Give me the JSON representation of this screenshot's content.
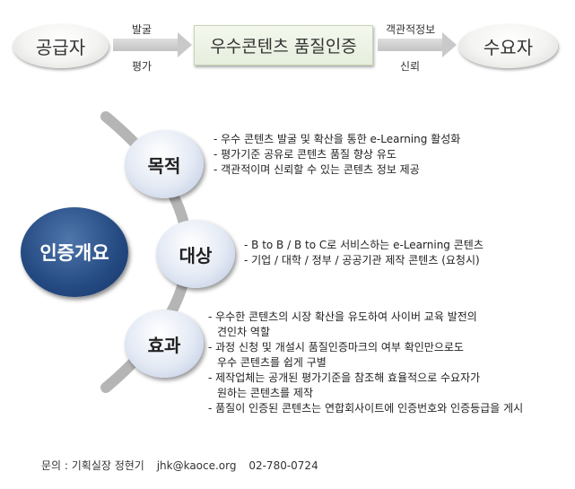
{
  "flow": {
    "supplier": "공급자",
    "center": "우수콘텐츠 품질인증",
    "consumer": "수요자",
    "left_top": "발굴",
    "left_bottom": "평가",
    "right_top": "객관적정보",
    "right_bottom": "신뢰"
  },
  "diagram": {
    "main": "인증개요",
    "purpose": {
      "title": "목적",
      "items": [
        "- 우수 콘텐츠 발굴 및 확산을 통한 e-Learning 활성화",
        "- 평가기준 공유로 콘텐츠 품질 향상 유도",
        "- 객관적이며 신뢰할 수 있는 콘텐츠 정보 제공"
      ]
    },
    "target": {
      "title": "대상",
      "items": [
        "- B to B / B to C로 서비스하는 e-Learning 콘텐츠",
        "- 기업 / 대학 / 정부 / 공공기관 제작 콘텐츠 (요청시)"
      ]
    },
    "effect": {
      "title": "효과",
      "lines": [
        "- 우수한 콘텐츠의 시장 확산을 유도하여 사이버 교육 발전의",
        "견인차 역할",
        "- 과정 신청 및 개설시 품질인증마크의 여부 확인만으로도",
        "우수 콘텐츠를 쉽게 구별",
        "- 제작업체는 공개된 평가기준을 참조해 효율적으로 수요자가",
        "원하는 콘텐츠를 제작",
        "- 품질이 인증된 콘텐츠는 연합회사이트에 인증번호와 인증등급을 게시"
      ]
    }
  },
  "footer": {
    "label": "문의 : 기획실장 정현기",
    "email": "jhk@kaoce.org",
    "phone": "02-780-0724"
  },
  "colors": {
    "main_circle": "#244a82",
    "arc": "#b5b5b5"
  }
}
